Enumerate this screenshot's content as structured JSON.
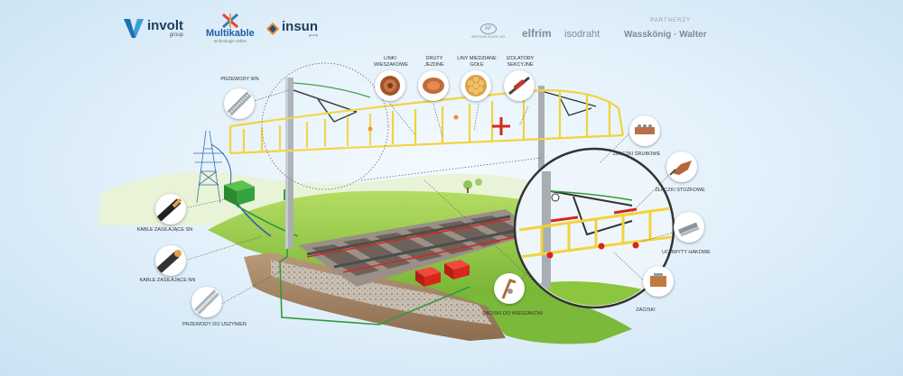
{
  "logos": {
    "involt": {
      "name": "involt",
      "sub": "group"
    },
    "multikable": {
      "name": "Multikable",
      "sub": "technologie online"
    },
    "insun": {
      "name": "insun",
      "sub": "group"
    }
  },
  "partners": {
    "label": "PARTNERZY",
    "items": [
      "ARTHUR FLURY AG",
      "elfrim",
      "isodraht",
      "Wasskönig · Walter"
    ]
  },
  "labels": {
    "przewody_wn": "PRZEWODY WN",
    "linki_wieszakowe": "LINKI WIESZAKOWE",
    "druty_jezdne": "DRUTY JEZDNE",
    "liny_miedziane": "LINY MIEDZIANE GOŁE",
    "izolatory": "IZOLATORY SEKCYJNE",
    "zlaczki_srubowe": "ZŁĄCZKI ŚRUBOWE",
    "zlaczki_stozkowe": "ZŁĄCZKI STOŻKOWE",
    "uchwyty": "UCHWYTY HAKOWE",
    "zaciski": "ZACISKI",
    "zaciski_wieszakow": "ZACISKI DO WIESZAKÓW",
    "kable_sn": "KABLE ZASILAJĄCE SN",
    "kable_nn": "KABLE ZASILAJĄCE NN",
    "przewody_uszynien": "PRZEWODY DO USZYNIEŃ"
  },
  "colors": {
    "catenary": "#f2d33b",
    "pole": "#a8aeb3",
    "cable_green": "#2f9a3a",
    "grass": "#8cc63f",
    "rail_red": "#d6261c",
    "box_green": "#36a33e",
    "box_red": "#d9261c"
  }
}
